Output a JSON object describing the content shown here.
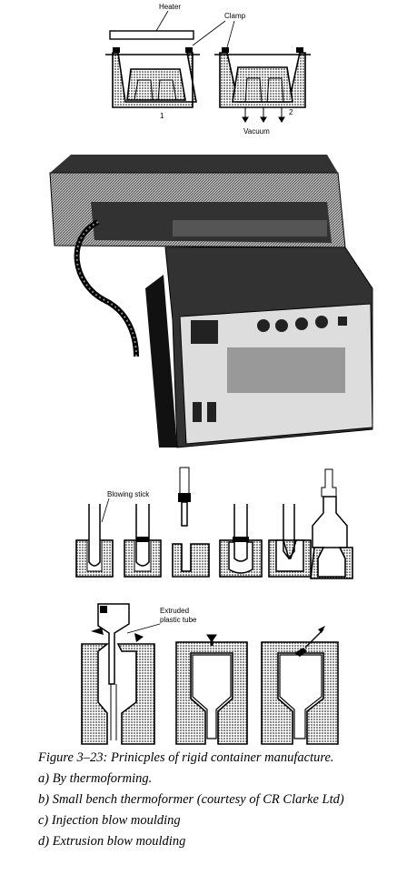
{
  "thermoforming": {
    "heater_label": "Heater",
    "clamp_label": "Clamp",
    "vacuum_label": "Vacuum",
    "step1_label": "1",
    "step2_label": "2"
  },
  "blow": {
    "blowing_stick_label": "Blowing stick"
  },
  "extrusion": {
    "tube_label_line1": "Extruded",
    "tube_label_line2": "plastic tube"
  },
  "caption": {
    "title": "Figure 3–23: Prinicples of rigid container manufacture.",
    "a": "a) By thermoforming.",
    "b": "b) Small bench thermoformer (courtesy of CR Clarke Ltd)",
    "c": "c) Injection blow moulding",
    "d": "d) Extrusion blow moulding"
  }
}
